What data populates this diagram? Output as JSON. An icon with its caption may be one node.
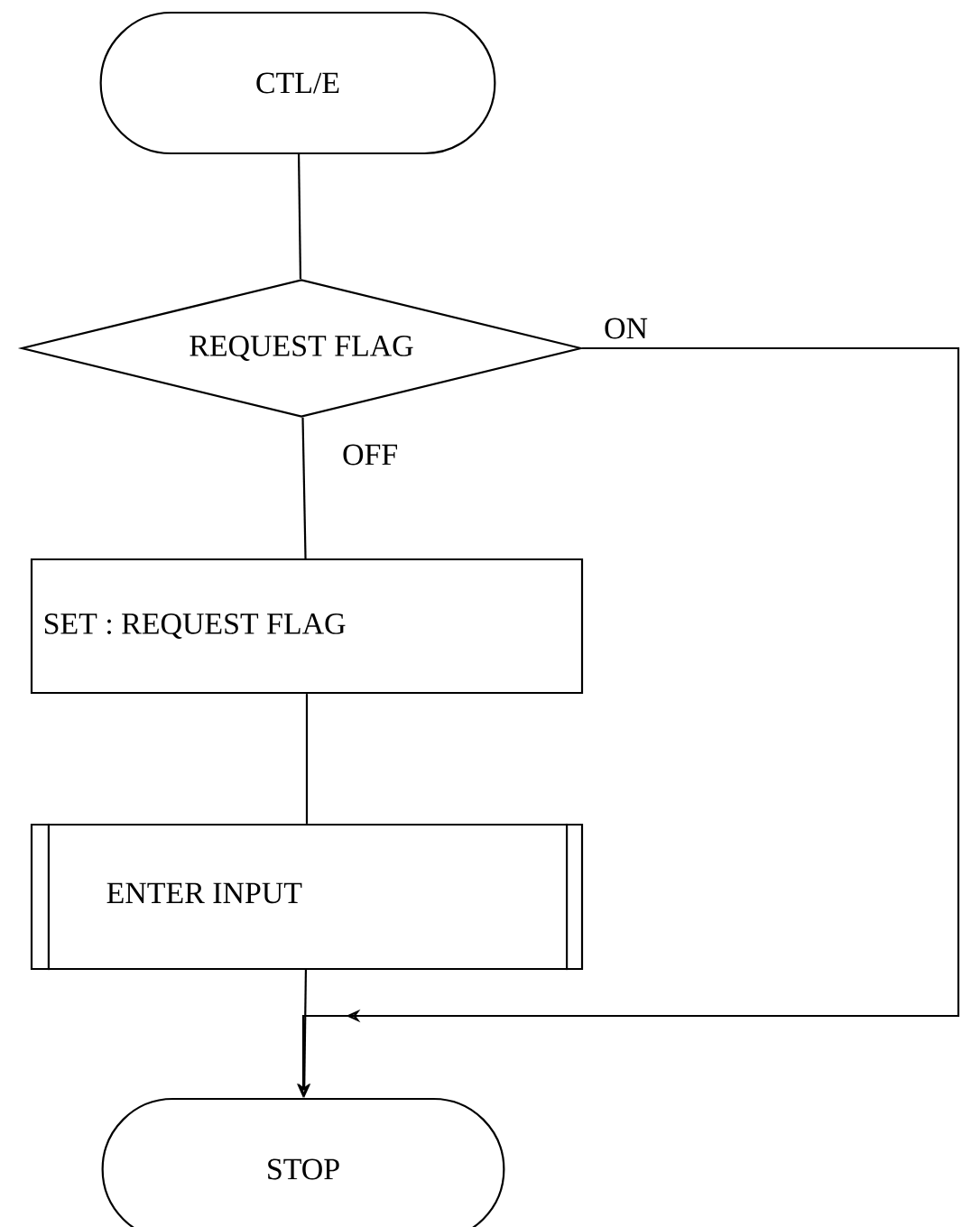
{
  "diagram": {
    "nodes": [
      {
        "text": [
          "CTL/E"
        ]
      },
      {
        "text": [
          "REQUEST FLAG"
        ]
      },
      {
        "text": [
          "SET : REQUEST FLAG"
        ]
      },
      {
        "text": [
          "ENTER  INPUT"
        ]
      },
      {
        "text": [
          "STOP"
        ]
      }
    ],
    "edges": [
      {
        "from": 0,
        "to": 1,
        "arrow": "none"
      },
      {
        "from": 1,
        "to": 2,
        "arrow": "none",
        "label": "OFF"
      },
      {
        "from": 2,
        "to": 3,
        "arrow": "none"
      },
      {
        "from": 3,
        "to": 4,
        "arrow": "to"
      },
      {
        "from": 1,
        "to": 4,
        "arrow": "to",
        "label": "ON"
      }
    ]
  }
}
